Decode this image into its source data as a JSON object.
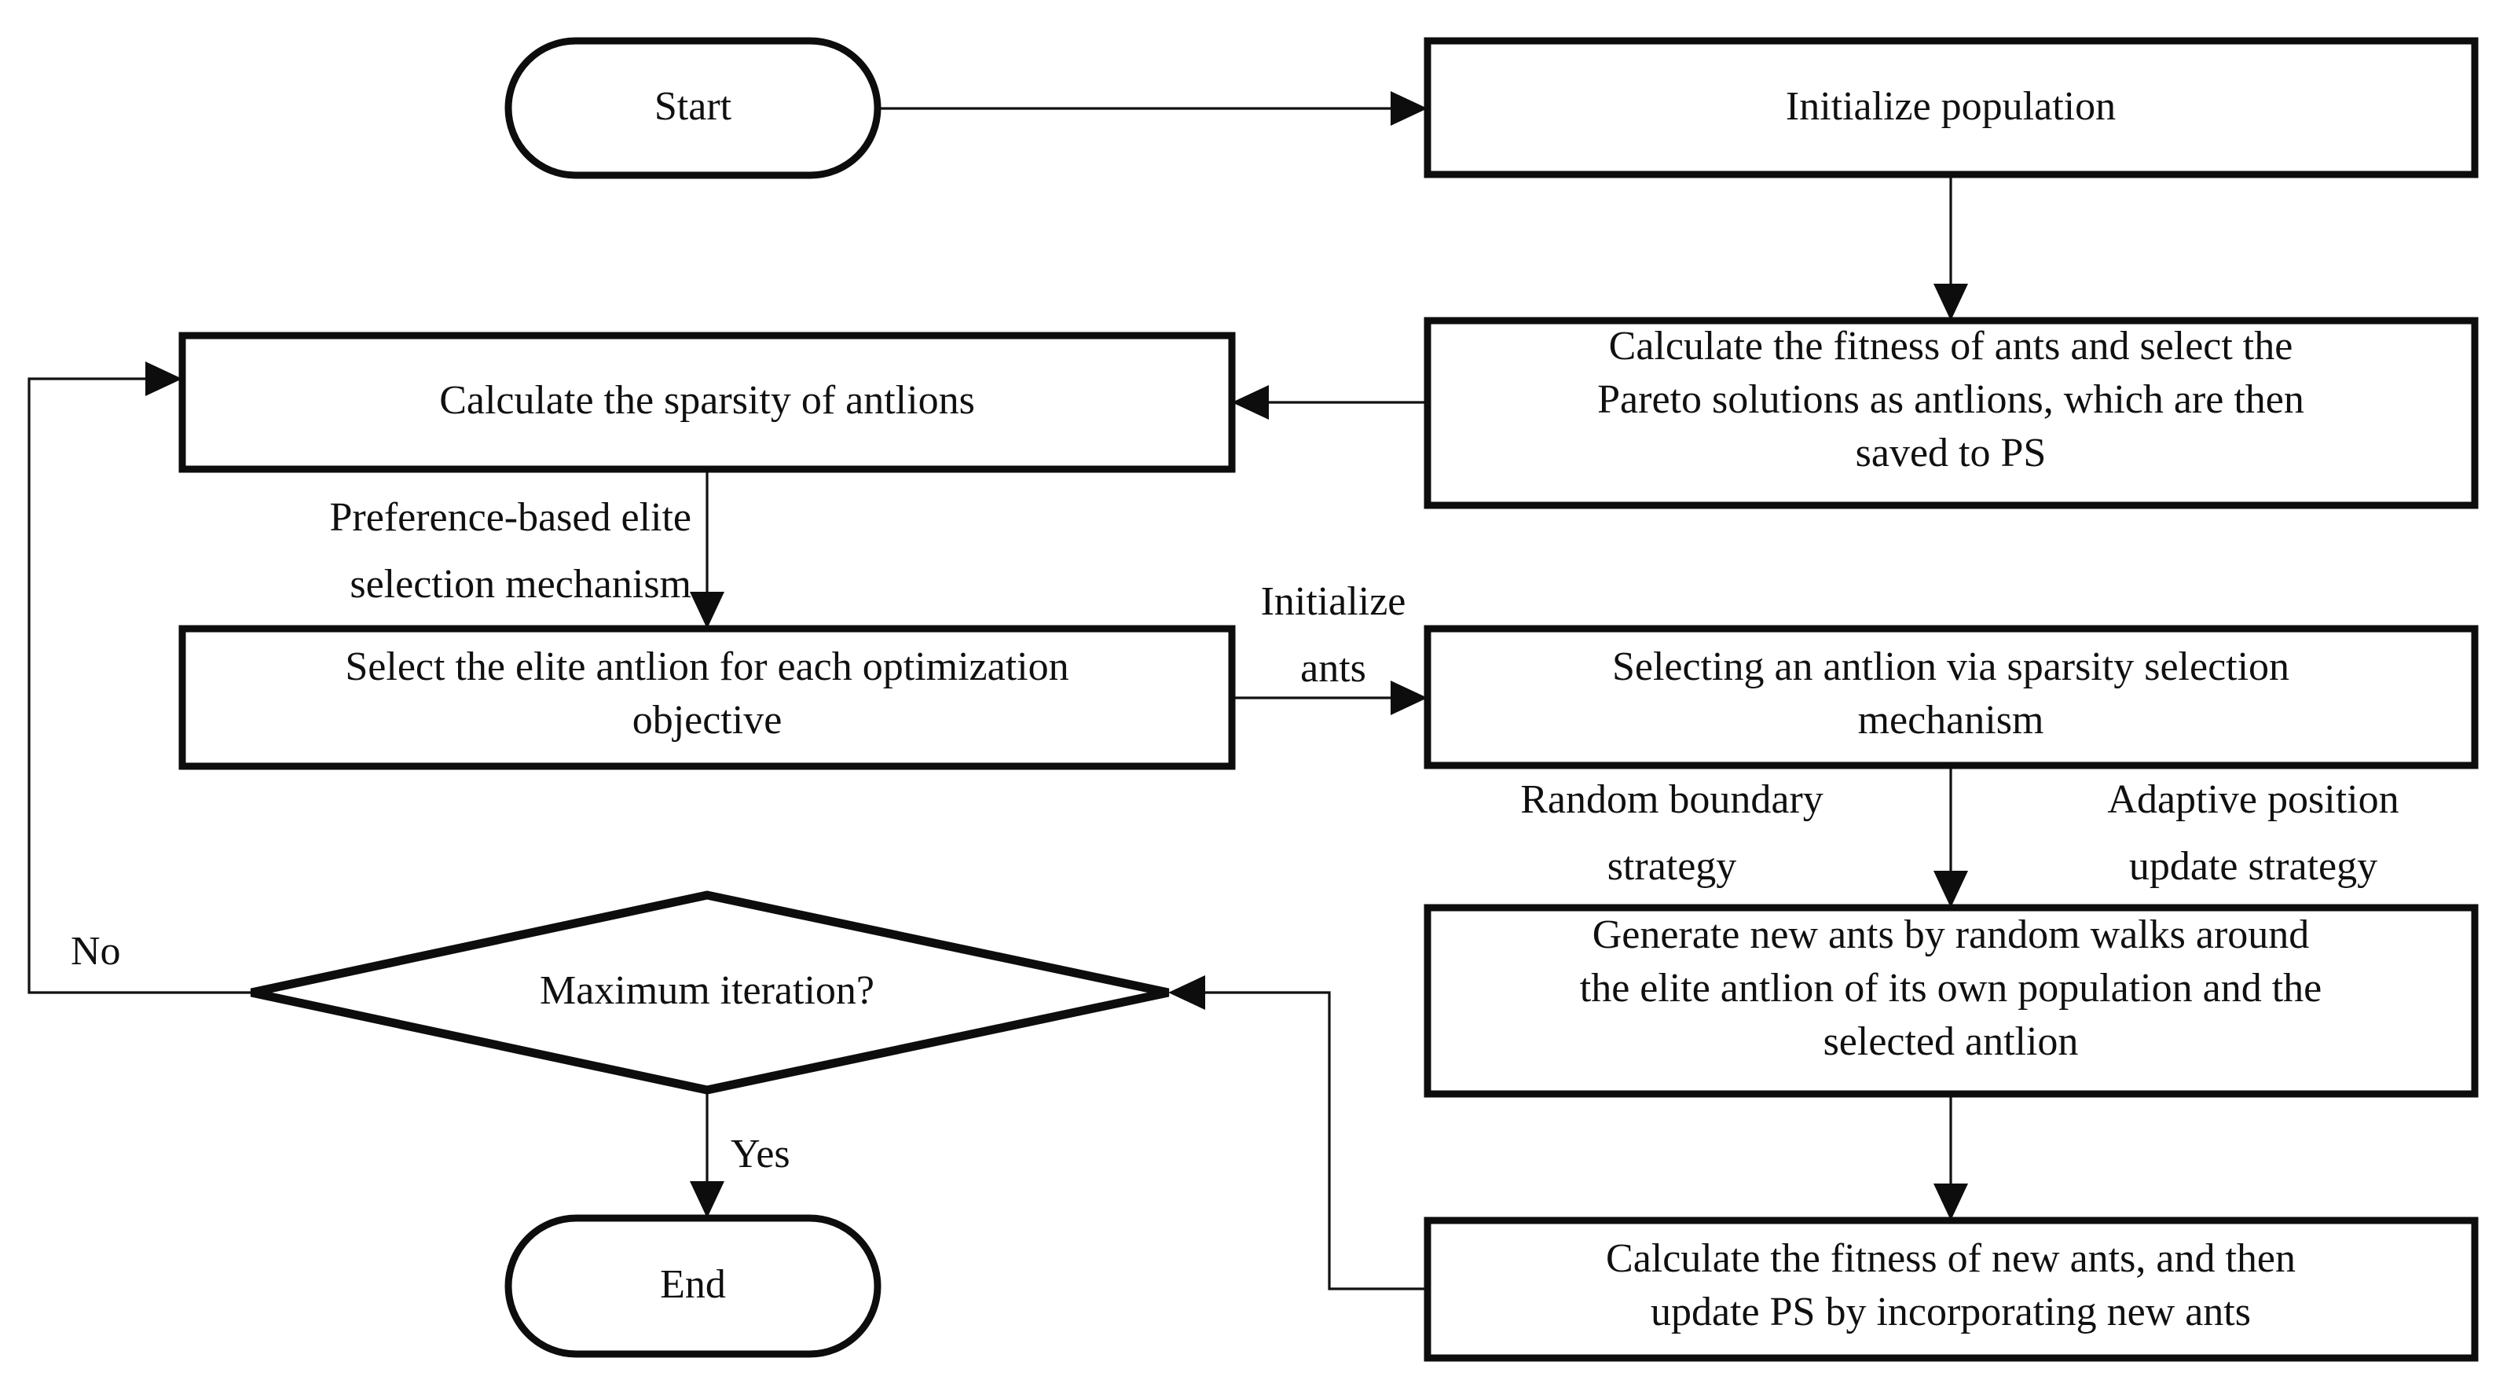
{
  "diagram": {
    "title": "Multi-objective ant lion optimizer flowchart",
    "background_color": "#ffffff",
    "stroke_color": "#0d0d0d",
    "nodes": {
      "start": {
        "label": "Start",
        "shape": "stadium"
      },
      "init_population": {
        "label": "Initialize population",
        "shape": "rectangle"
      },
      "calc_fitness_antlions": {
        "shape": "rectangle",
        "line1": "Calculate the fitness of ants and select the",
        "line2": "Pareto solutions as antlions, which are then",
        "line3": "saved to PS"
      },
      "calc_sparsity": {
        "label": "Calculate the sparsity of antlions",
        "shape": "rectangle"
      },
      "select_elite": {
        "shape": "rectangle",
        "line1": "Select the elite antlion for each optimization",
        "line2": "objective"
      },
      "selecting_antlion": {
        "shape": "rectangle",
        "line1": "Selecting an antlion via sparsity selection",
        "line2": "mechanism"
      },
      "generate_new_ants": {
        "shape": "rectangle",
        "line1": "Generate new ants by random walks around",
        "line2": "the elite antlion of its own population and the",
        "line3": "selected antlion"
      },
      "calc_fitness_new_ants": {
        "shape": "rectangle",
        "line1": "Calculate the fitness of new ants, and then",
        "line2": "update PS by incorporating new ants"
      },
      "max_iteration": {
        "label": "Maximum iteration?",
        "shape": "diamond"
      },
      "end": {
        "label": "End",
        "shape": "stadium"
      }
    },
    "edge_labels": {
      "preference_elite_line1": "Preference-based elite",
      "preference_elite_line2": "selection mechanism",
      "initialize_ants_line1": "Initialize",
      "initialize_ants_line2": "ants",
      "random_boundary_line1": "Random boundary",
      "random_boundary_line2": "strategy",
      "adaptive_position_line1": "Adaptive position",
      "adaptive_position_line2": "update strategy",
      "no": "No",
      "yes": "Yes"
    }
  }
}
